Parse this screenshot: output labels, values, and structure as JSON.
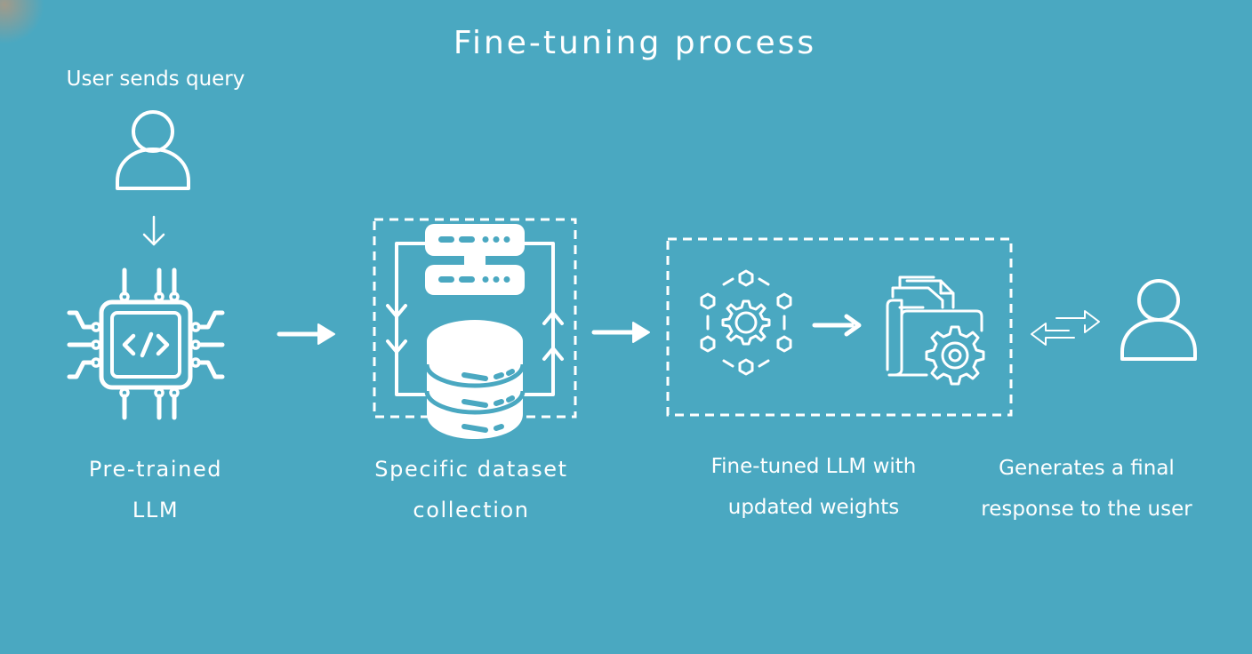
{
  "diagram": {
    "title": "Fine-tuning process",
    "background_color": "#4aa8c1",
    "foreground_color": "#ffffff",
    "steps": [
      {
        "id": "user-query",
        "icon": "user-icon",
        "label_lines": [
          "User sends query"
        ]
      },
      {
        "id": "pretrained-llm",
        "icon": "code-chip-icon",
        "label_lines": [
          "Pre-trained",
          "LLM"
        ]
      },
      {
        "id": "dataset-collection",
        "icon": "database-server-cycle-icon",
        "label_lines": [
          "Specific dataset",
          "collection"
        ]
      },
      {
        "id": "fine-tuned-llm",
        "icon": "gear-network-to-folder-gear-icon",
        "label_lines": [
          "Fine-tuned LLM with",
          "updated weights"
        ]
      },
      {
        "id": "final-response",
        "icon": "user-icon",
        "label_lines": [
          "Generates a final",
          "response to the user"
        ]
      }
    ],
    "connectors": [
      {
        "from": "user-query",
        "to": "pretrained-llm",
        "type": "arrow-down"
      },
      {
        "from": "pretrained-llm",
        "to": "dataset-collection",
        "type": "arrow-right"
      },
      {
        "from": "dataset-collection",
        "to": "fine-tuned-llm",
        "type": "arrow-right"
      },
      {
        "from": "gear-network",
        "to": "folder-gear",
        "type": "arrow-right"
      },
      {
        "from": "fine-tuned-llm",
        "to": "final-response",
        "type": "bidirectional-arrow"
      }
    ]
  }
}
